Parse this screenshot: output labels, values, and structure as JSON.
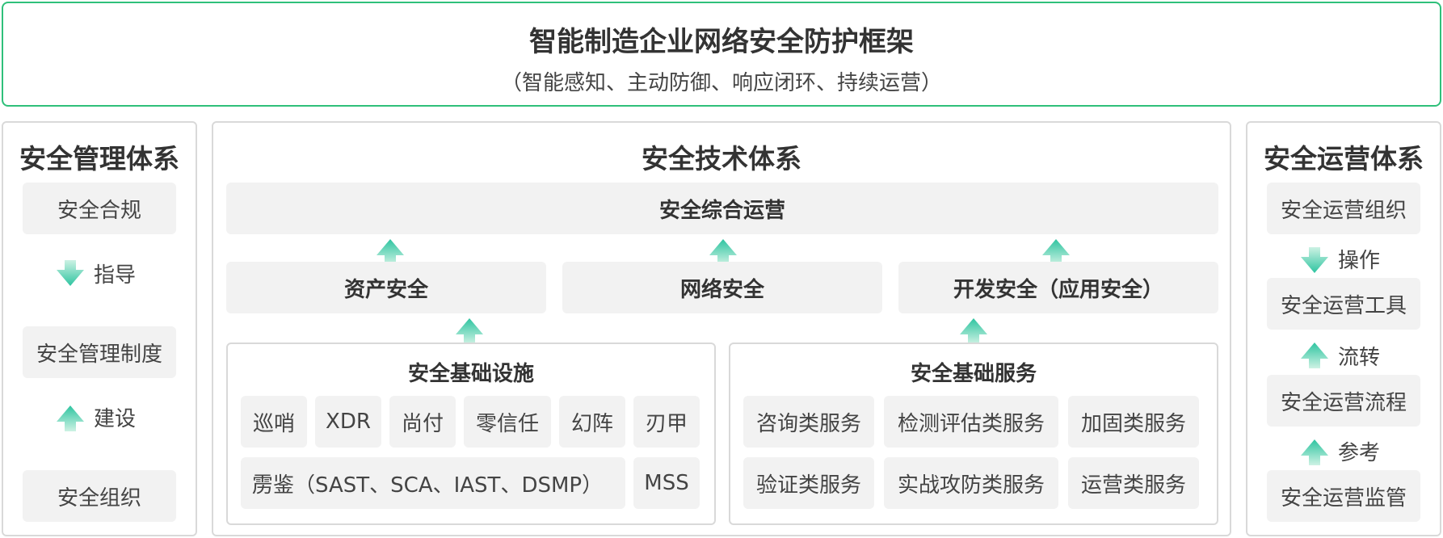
{
  "header": {
    "title": "智能制造企业网络安全防护框架",
    "subtitle": "（智能感知、主动防御、响应闭环、持续运营）"
  },
  "management": {
    "title": "安全管理体系",
    "items": [
      "安全合规",
      "安全管理制度",
      "安全组织"
    ],
    "relations": [
      "指导",
      "建设"
    ]
  },
  "technology": {
    "title": "安全技术体系",
    "top": "安全综合运营",
    "middle": [
      "资产安全",
      "网络安全",
      "开发安全（应用安全）"
    ],
    "infrastructure": {
      "title": "安全基础设施",
      "row1": [
        "巡哨",
        "XDR",
        "尚付",
        "零信任",
        "幻阵",
        "刃甲"
      ],
      "row2": [
        "雳鉴（SAST、SCA、IAST、DSMP）",
        "MSS"
      ]
    },
    "services": {
      "title": "安全基础服务",
      "row1": [
        "咨询类服务",
        "检测评估类服务",
        "加固类服务"
      ],
      "row2": [
        "验证类服务",
        "实战攻防类服务",
        "运营类服务"
      ]
    }
  },
  "operations": {
    "title": "安全运营体系",
    "items": [
      "安全运营组织",
      "安全运营工具",
      "安全运营流程",
      "安全运营监管"
    ],
    "relations": [
      "操作",
      "流转",
      "参考"
    ]
  },
  "colors": {
    "accent": "#2fc07a",
    "arrow_top": "#2ec4a0",
    "arrow_bottom": "#cdf2e4",
    "box_fill": "#f2f2f2",
    "border": "#d9d9d9"
  }
}
